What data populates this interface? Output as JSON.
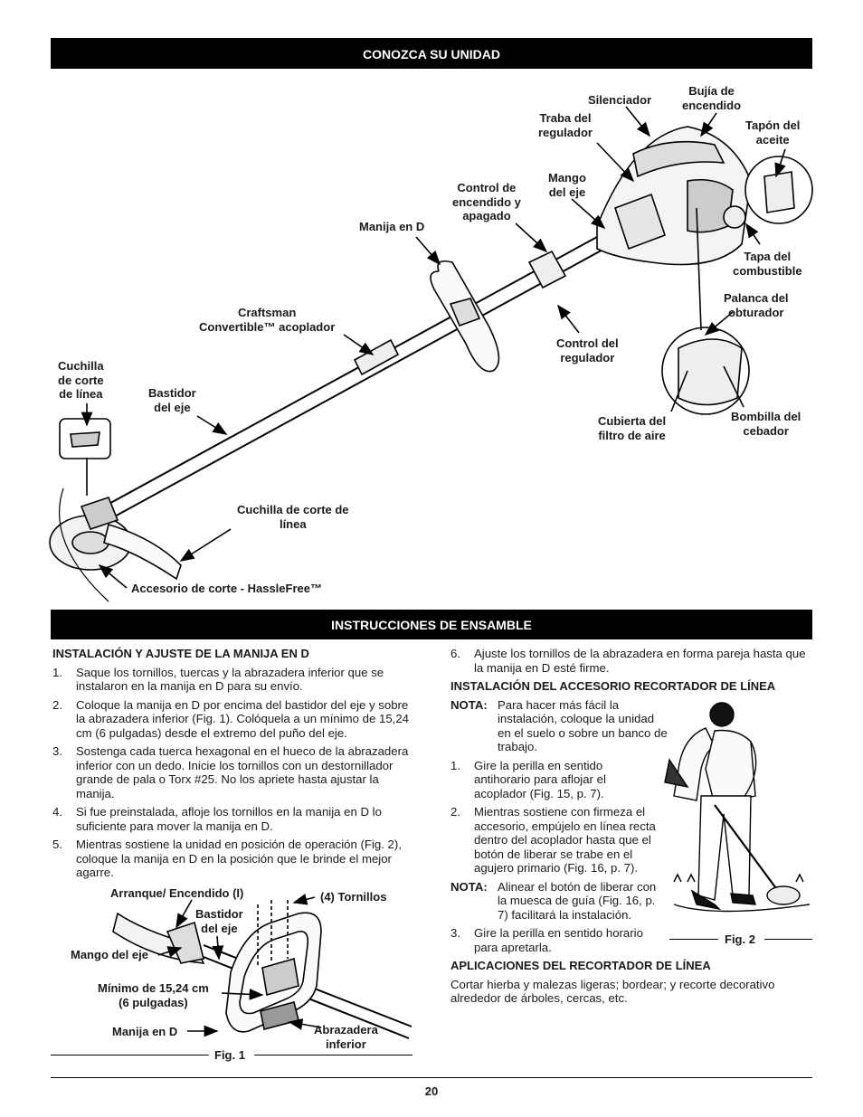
{
  "header": {
    "title": "CONOZCA SU UNIDAD"
  },
  "section2": {
    "title": "INSTRUCCIONES DE ENSAMBLE"
  },
  "diagram_labels": {
    "silenciador": "Silenciador",
    "bujia": [
      "Bujía de",
      "encendido"
    ],
    "traba": [
      "Traba del",
      "regulador"
    ],
    "tapon": [
      "Tapón del",
      "aceite"
    ],
    "mango_eje": [
      "Mango",
      "del eje"
    ],
    "control_encendido": [
      "Control de",
      "encendido y",
      "apagado"
    ],
    "manija_d": "Manija en D",
    "tapa_comb": [
      "Tapa del",
      "combustible"
    ],
    "palanca": [
      "Palanca del",
      "obturador"
    ],
    "craftsman": [
      "Craftsman",
      "Convertible™ acoplador"
    ],
    "control_reg": [
      "Control del",
      "regulador"
    ],
    "cuchilla1": [
      "Cuchilla",
      "de corte",
      "de línea"
    ],
    "bastidor": [
      "Bastidor",
      "del eje"
    ],
    "cubierta": [
      "Cubierta del",
      "filtro de aire"
    ],
    "bombilla": [
      "Bombilla del",
      "cebador"
    ],
    "cuchilla2": [
      "Cuchilla de corte de",
      "línea"
    ],
    "accesorio": "Accesorio de corte - HassleFree™"
  },
  "left": {
    "heading": "INSTALACIÓN Y AJUSTE DE LA MANIJA EN D",
    "items": [
      {
        "n": "1.",
        "text": "Saque los tornillos, tuercas y la abrazadera inferior que se instalaron en la manija en D para su envío."
      },
      {
        "n": "2.",
        "text": "Coloque la manija en D por encima del bastidor del eje y sobre la abrazadera inferior (Fig. 1). Colóquela a un mínimo de 15,24 cm (6 pulgadas) desde el extremo del puño del eje."
      },
      {
        "n": "3.",
        "text": "Sostenga cada tuerca hexagonal en el hueco de la abrazadera inferior con un dedo. Inicie los tornillos con un destornillador grande de pala o Torx #25. No los apriete hasta ajustar la manija."
      },
      {
        "n": "4.",
        "text": "Si fue preinstalada, afloje los tornillos en la manija en D lo suficiente para mover la manija en D."
      },
      {
        "n": "5.",
        "text": "Mientras sostiene la unidad en posición de operación (Fig. 2), coloque la manija en D en la posición que le brinde el mejor agarre."
      }
    ]
  },
  "fig1": {
    "arranque": "Arranque/ Encendido (I)",
    "tornillos": "(4) Tornillos",
    "bastidor": [
      "Bastidor",
      "del eje"
    ],
    "mango": "Mango del eje",
    "minimo": [
      "Mínimo de 15,24 cm",
      "(6 pulgadas)"
    ],
    "manija": "Manija en D",
    "abrazadera": [
      "Abrazadera",
      "inferior"
    ],
    "caption": "Fig. 1"
  },
  "right": {
    "item6": {
      "n": "6.",
      "text": "Ajuste los tornillos de la abrazadera en forma pareja hasta que la manija en D esté firme."
    },
    "heading": "INSTALACIÓN DEL ACCESORIO RECORTADOR DE LÍNEA",
    "note1": {
      "k": "NOTA:",
      "first": "Para hacer más fácil la",
      "rest": "instalación, coloque la unidad en el suelo o sobre un banco de trabajo."
    },
    "items": [
      {
        "n": "1.",
        "text": "Gire la perilla en sentido antihorario para aflojar el acoplador (Fig. 15, p. 7)."
      },
      {
        "n": "2.",
        "text": "Mientras sostiene con firmeza el accesorio, empújelo en línea recta dentro del acoplador hasta que el botón de liberar se trabe en el agujero primario (Fig. 16, p. 7)."
      }
    ],
    "note2": {
      "k": "NOTA:",
      "first": "Alinear el botón de liberar",
      "rest": "con la muesca de guía (Fig. 16, p. 7) facilitará la instalación."
    },
    "item3": {
      "n": "3.",
      "text": "Gire la perilla en sentido horario para apretarla."
    },
    "heading2": "APLICACIONES DEL RECORTADOR DE LÍNEA",
    "para": "Cortar hierba y malezas ligeras; bordear; y recorte decorativo alrededor de árboles, cercas, etc."
  },
  "fig2": {
    "caption": "Fig. 2"
  },
  "page_number": "20"
}
